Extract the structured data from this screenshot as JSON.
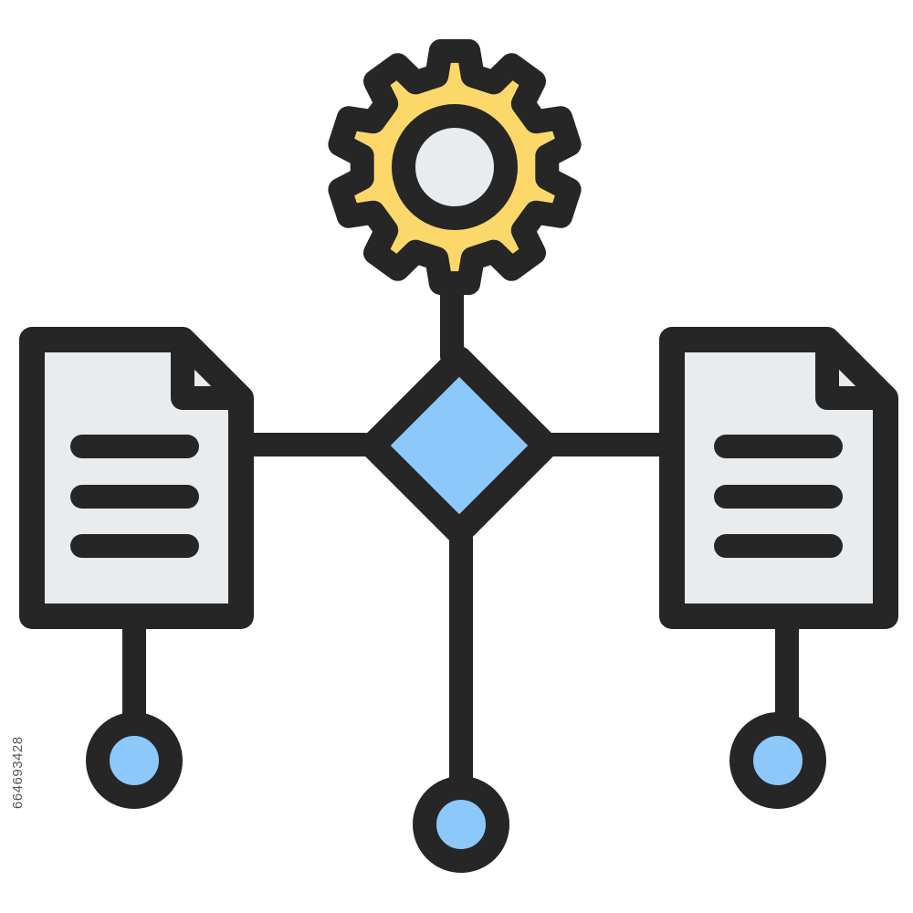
{
  "icon": {
    "subject": "workflow-process-icon",
    "parts": [
      "gear-icon",
      "decision-diamond",
      "document-icon",
      "connector-node"
    ]
  },
  "watermark": {
    "stock_id": "664693428"
  },
  "colors": {
    "outline": "#262626",
    "gear_fill": "#FCD86B",
    "gear_center": "#E8ECEF",
    "diamond_fill": "#8DC8FB",
    "document_fill": "#E8ECEF",
    "node_fill": "#8DC8FB",
    "background": "#FFFFFF"
  }
}
